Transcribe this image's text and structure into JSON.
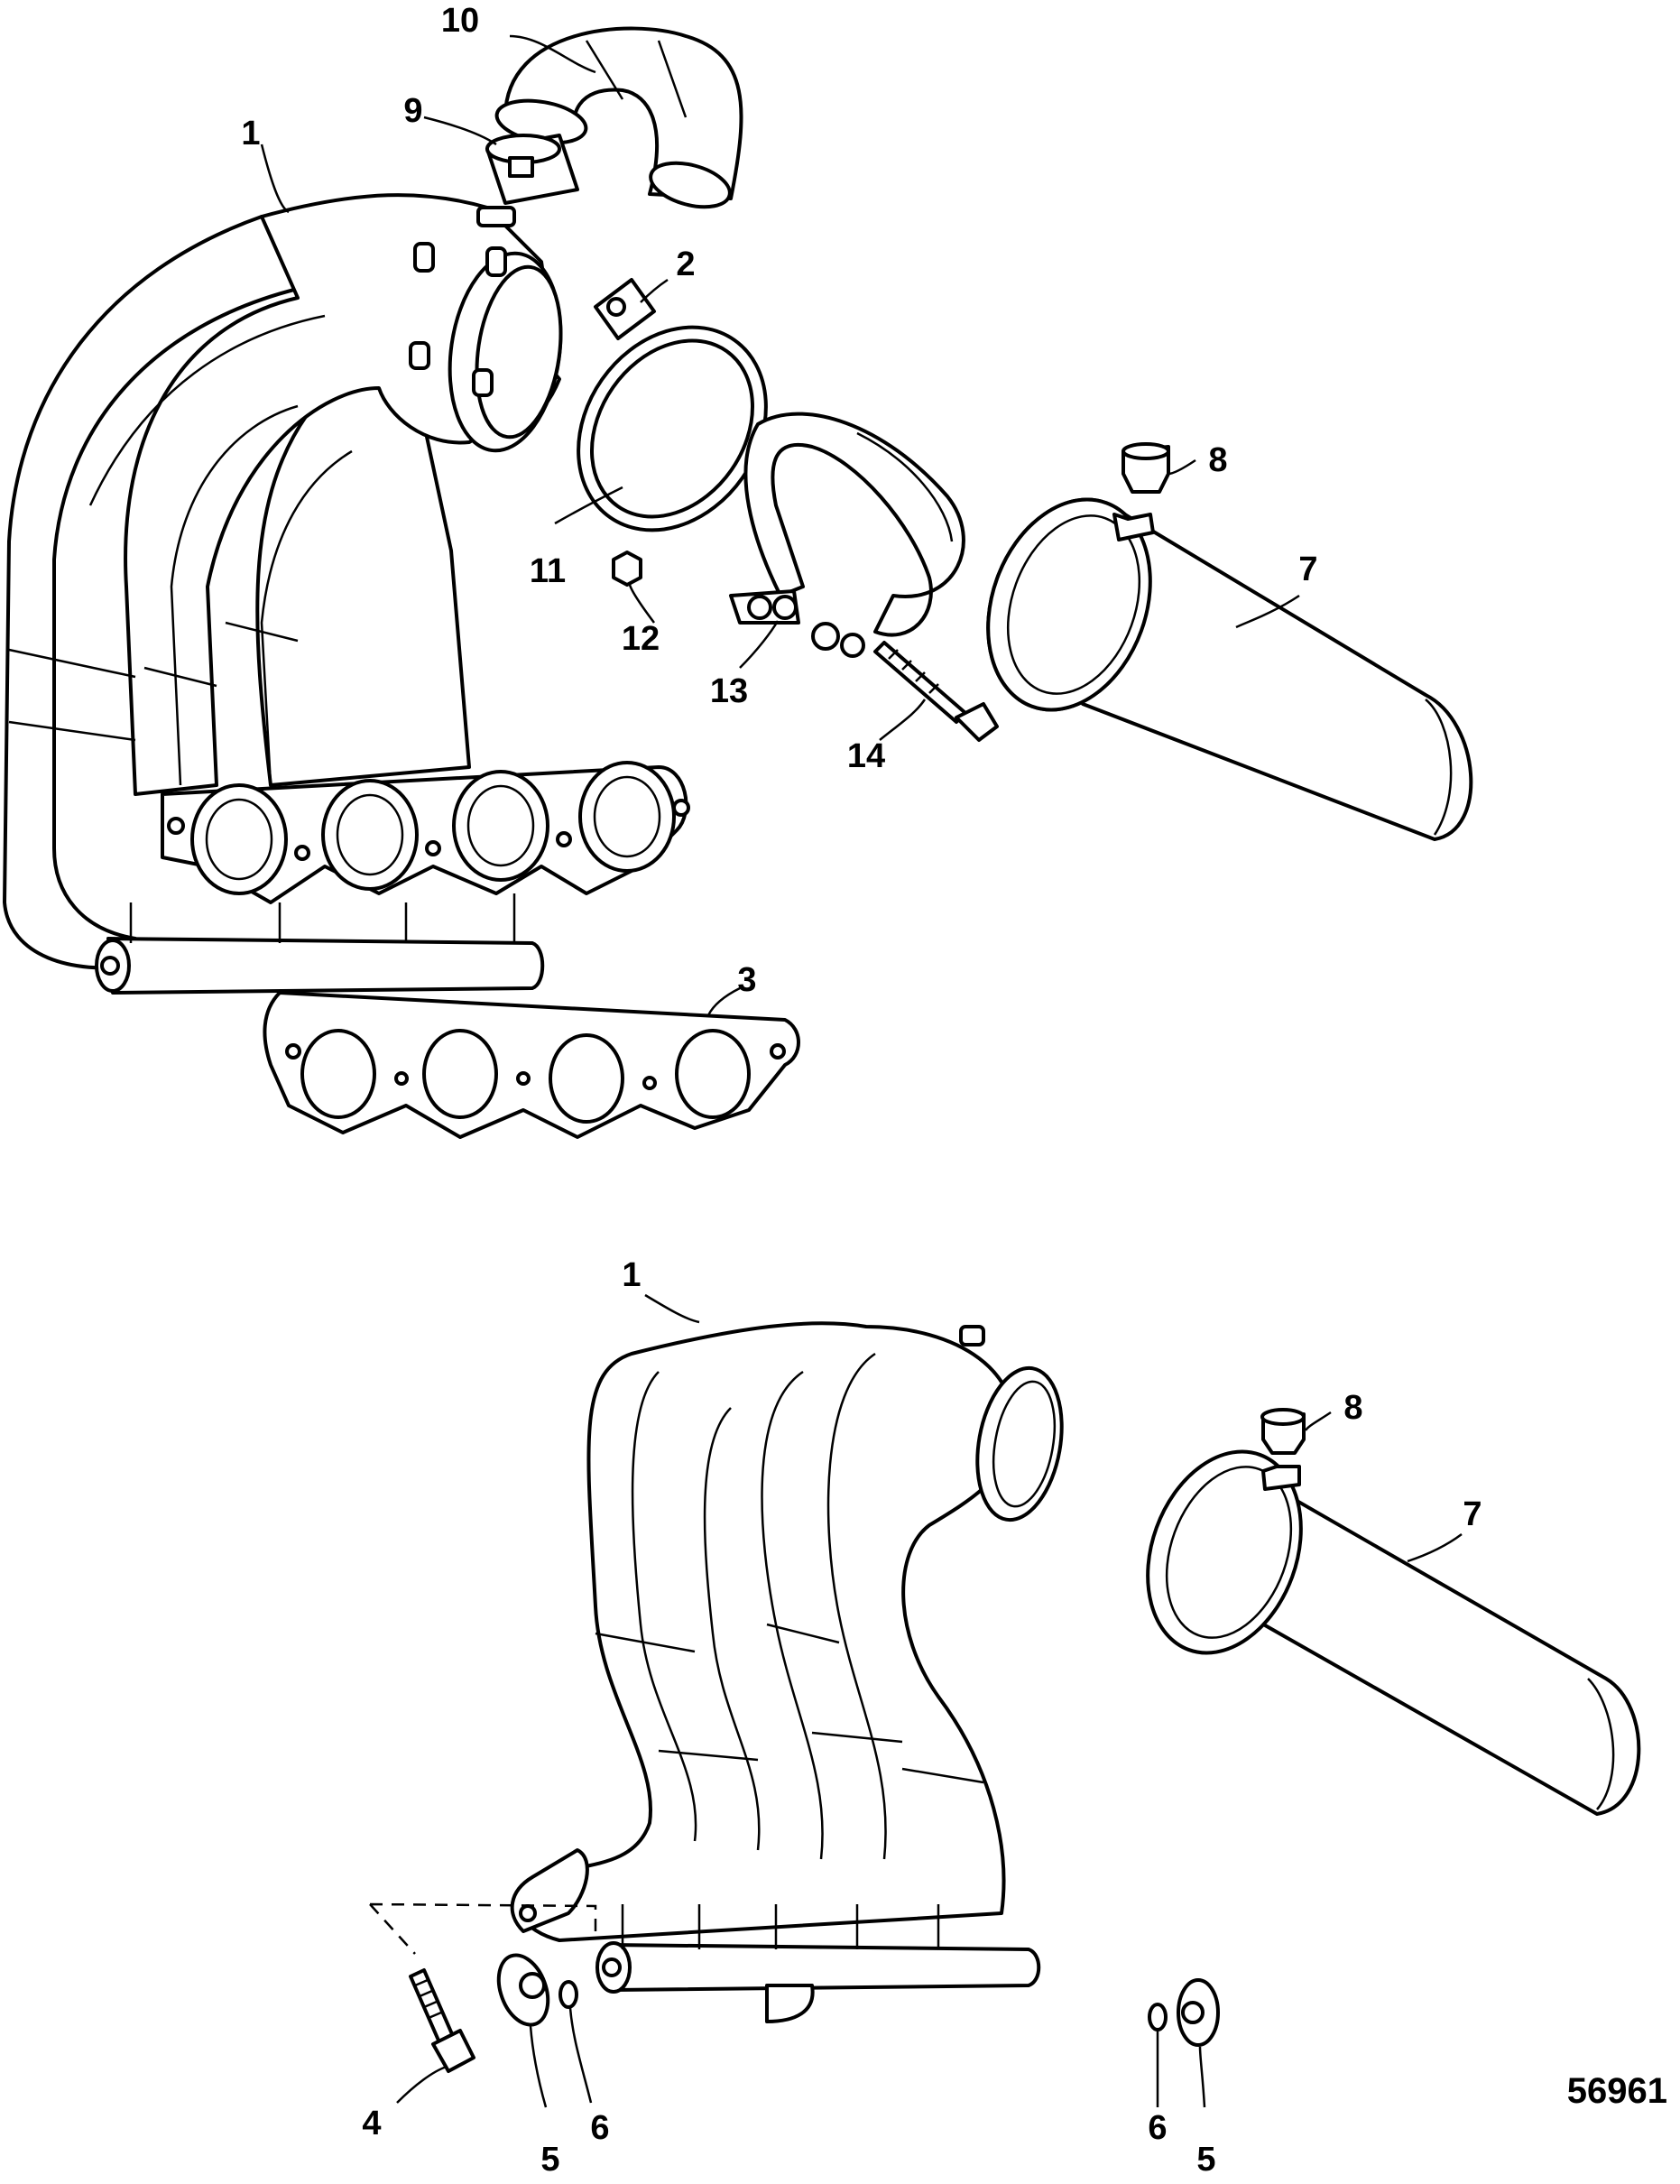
{
  "figure_number": "56961",
  "callouts": {
    "c1a": "1",
    "c2": "2",
    "c3": "3",
    "c7a": "7",
    "c8a": "8",
    "c9": "9",
    "c10": "10",
    "c11": "11",
    "c12": "12",
    "c13": "13",
    "c14": "14",
    "c1b": "1",
    "c4": "4",
    "c5a": "5",
    "c5b": "5",
    "c6a": "6",
    "c6b": "6",
    "c7b": "7",
    "c8b": "8"
  }
}
